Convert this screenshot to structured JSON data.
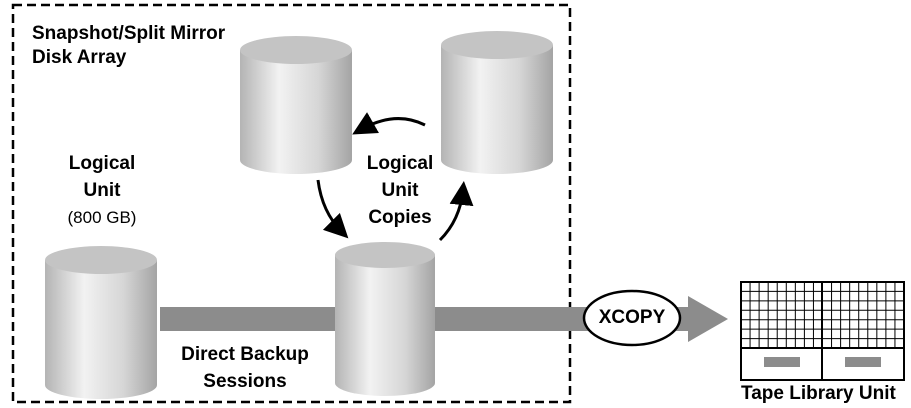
{
  "array": {
    "title_line1": "Snapshot/Split Mirror",
    "title_line2": "Disk Array"
  },
  "logical_unit": {
    "line1": "Logical",
    "line2": "Unit",
    "size": "(800 GB)"
  },
  "copies": {
    "line1": "Logical",
    "line2": "Unit",
    "line3": "Copies"
  },
  "sessions": {
    "line1": "Direct Backup",
    "line2": "Sessions"
  },
  "xcopy": {
    "label": "XCOPY"
  },
  "tape": {
    "label": "Tape Library Unit"
  },
  "colors": {
    "cylinder_light": "#f2f2f2",
    "cylinder_mid": "#c8c8c8",
    "cylinder_dark": "#a8a8a8",
    "pipe": "#8c8c8c",
    "outline": "#000000"
  }
}
